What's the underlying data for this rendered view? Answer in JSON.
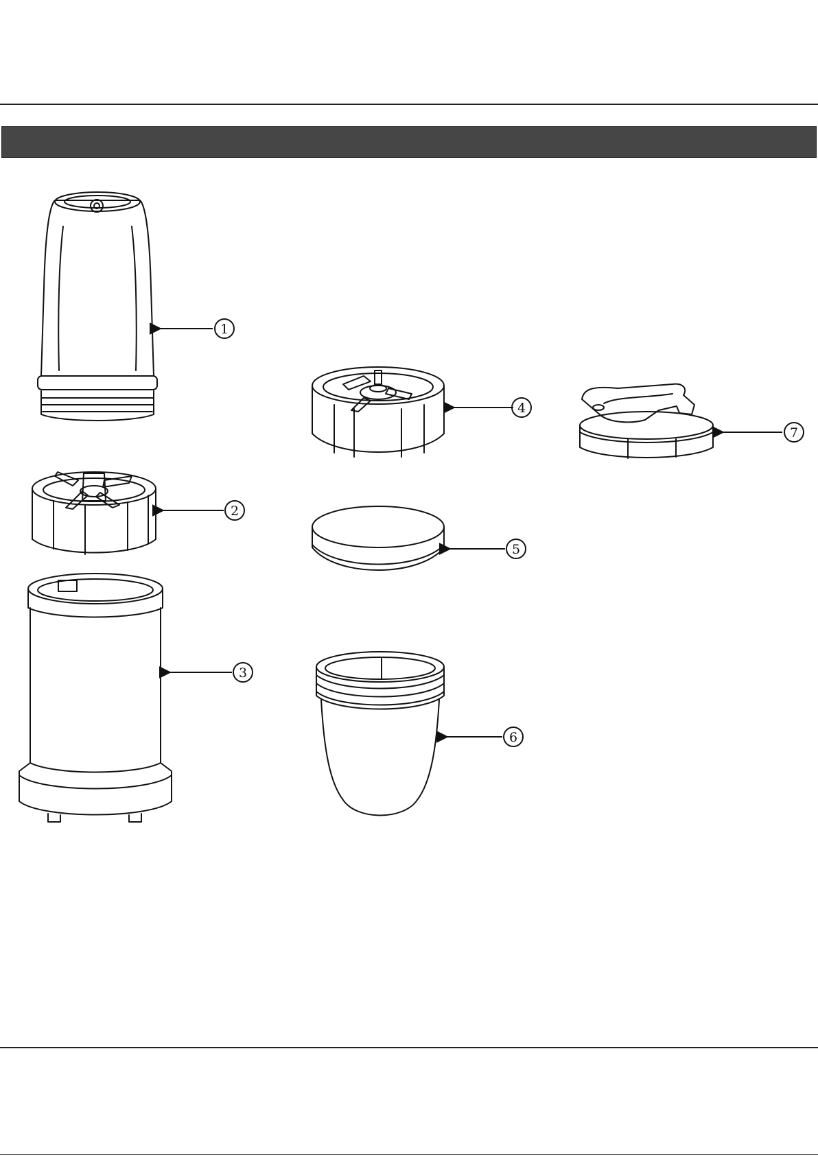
{
  "header": {
    "bar_color": "#464646"
  },
  "parts": [
    {
      "id": "part-1",
      "number": "1",
      "description_icon": "tall-cup-icon"
    },
    {
      "id": "part-2",
      "number": "2",
      "description_icon": "cross-blade-icon"
    },
    {
      "id": "part-3",
      "number": "3",
      "description_icon": "motor-base-icon"
    },
    {
      "id": "part-4",
      "number": "4",
      "description_icon": "flat-blade-icon"
    },
    {
      "id": "part-5",
      "number": "5",
      "description_icon": "sealing-lid-icon"
    },
    {
      "id": "part-6",
      "number": "6",
      "description_icon": "short-cup-icon"
    },
    {
      "id": "part-7",
      "number": "7",
      "description_icon": "handle-lid-icon"
    }
  ]
}
